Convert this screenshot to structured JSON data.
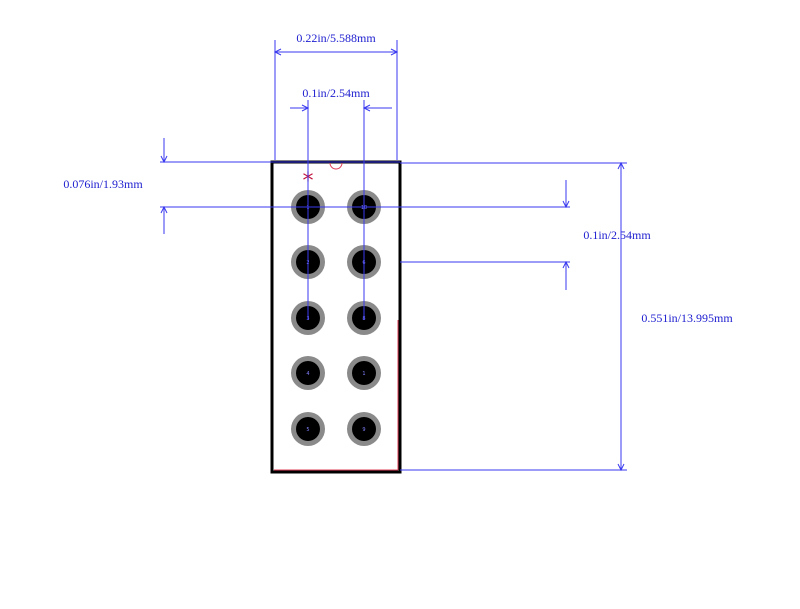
{
  "dimensions": {
    "overall_width": "0.22in/5.588mm",
    "pin_pitch_horizontal": "0.1in/2.54mm",
    "edge_to_pin": "0.076in/1.93mm",
    "pin_pitch_vertical": "0.1in/2.54mm",
    "overall_height": "0.551in/13.995mm"
  },
  "pin1_marker": "*",
  "pins": [
    {
      "label": "1"
    },
    {
      "label": "10"
    },
    {
      "label": "2"
    },
    {
      "label": "6"
    },
    {
      "label": "3"
    },
    {
      "label": "8"
    },
    {
      "label": "4"
    },
    {
      "label": "1"
    },
    {
      "label": "5"
    },
    {
      "label": "9"
    }
  ],
  "colors": {
    "dimension": "#3a3af0",
    "dimension_text": "#2020d0",
    "outline": "#000000",
    "pad_ring": "#8a8a8a",
    "pad_hole": "#000000",
    "pin1_marker": "#c0103a",
    "notch": "#e0405a"
  }
}
